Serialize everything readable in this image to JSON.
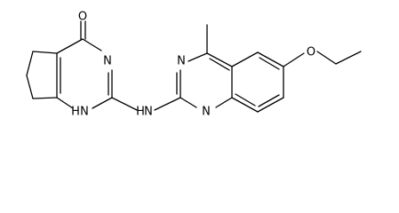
{
  "molecule": {
    "atoms": {
      "carbonyl_oxygen": "O",
      "pyrimidinone_n3": "N",
      "pyrimidinone_n1": "N",
      "pyrimidinone_n1_h": "H",
      "amine_n": "N",
      "amine_h": "H",
      "quinazoline_n3": "N",
      "quinazoline_n1": "N",
      "ether_oxygen": "O"
    }
  }
}
